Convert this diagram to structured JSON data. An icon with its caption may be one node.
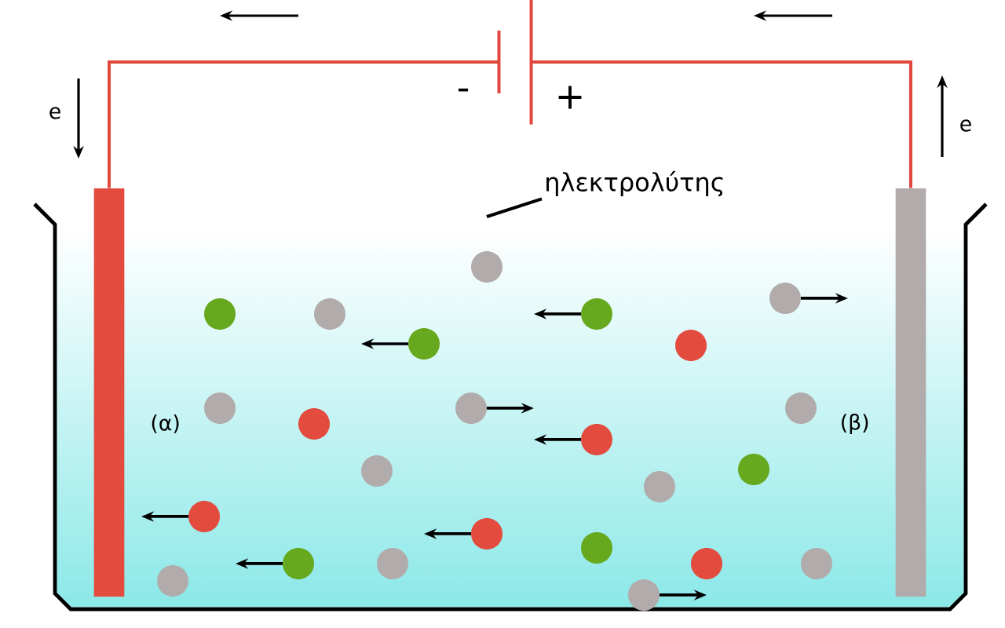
{
  "diagram": {
    "nodes": [
      {
        "text": [],
        "shape": "battery"
      },
      {
        "text": [],
        "shape": "bar",
        "beside": [
          "(α)"
        ]
      },
      {
        "text": [],
        "shape": "bar",
        "beside": [
          "(β)"
        ]
      },
      {
        "text": [
          "ηλεκτρολύτης"
        ]
      }
    ],
    "edges": [
      {
        "from": 1,
        "to": 0,
        "arrow": "none",
        "color": "#e0483e"
      },
      {
        "from": 0,
        "to": 2,
        "arrow": "none",
        "color": "#e0483e"
      },
      {
        "from": 3,
        "to": null,
        "arrow": "none",
        "color": "#000000"
      }
    ],
    "labels": [
      "e",
      "-",
      "+",
      "e"
    ]
  }
}
